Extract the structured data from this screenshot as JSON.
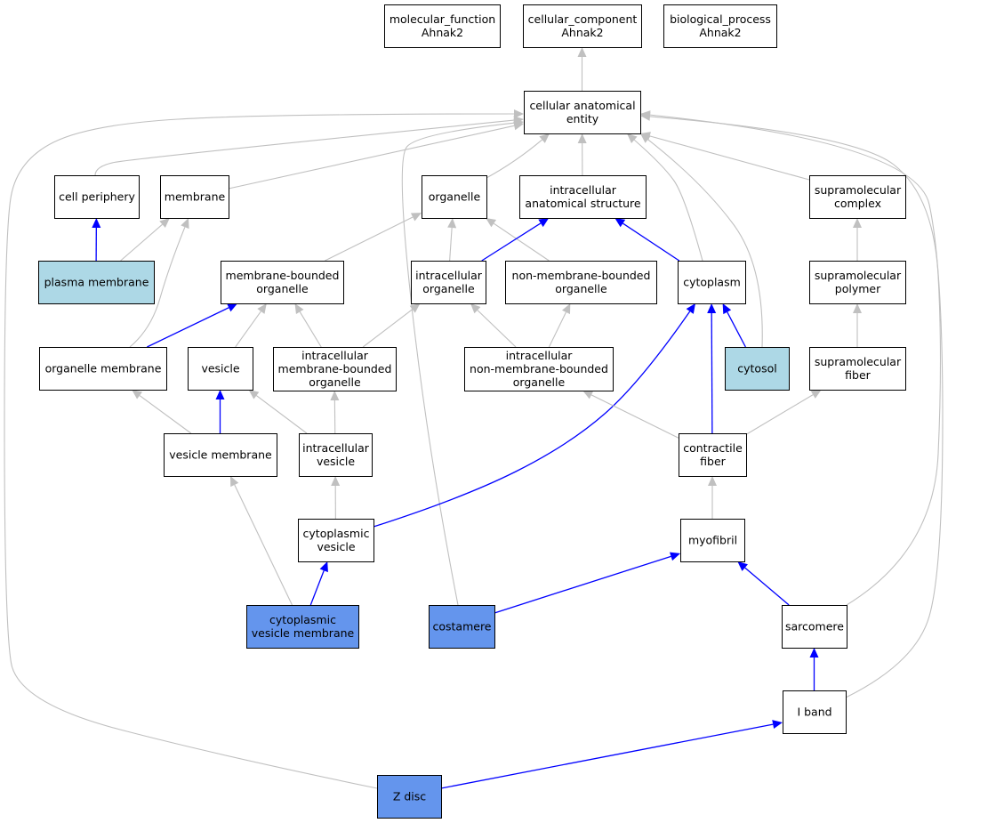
{
  "colors": {
    "highlight_light": "#add8e6",
    "highlight_dark": "#6495ed",
    "plain": "#ffffff",
    "edge_is_a": "#c0c0c0",
    "edge_part_of": "#0000ff"
  },
  "nodes": {
    "mf": {
      "lines": [
        "molecular_function",
        "Ahnak2"
      ],
      "fill": "plain"
    },
    "cc": {
      "lines": [
        "cellular_component",
        "Ahnak2"
      ],
      "fill": "plain"
    },
    "bp": {
      "lines": [
        "biological_process",
        "Ahnak2"
      ],
      "fill": "plain"
    },
    "cae": {
      "lines": [
        "cellular anatomical",
        "entity"
      ],
      "fill": "plain"
    },
    "cellperiphery": {
      "lines": [
        "cell periphery"
      ],
      "fill": "plain"
    },
    "membrane": {
      "lines": [
        "membrane"
      ],
      "fill": "plain"
    },
    "organelle": {
      "lines": [
        "organelle"
      ],
      "fill": "plain"
    },
    "ias": {
      "lines": [
        "intracellular",
        "anatomical structure"
      ],
      "fill": "plain"
    },
    "supcomplex": {
      "lines": [
        "supramolecular",
        "complex"
      ],
      "fill": "plain"
    },
    "plasmamembrane": {
      "lines": [
        "plasma membrane"
      ],
      "fill": "highlight_light"
    },
    "mbo": {
      "lines": [
        "membrane-bounded",
        "organelle"
      ],
      "fill": "plain"
    },
    "intraorg": {
      "lines": [
        "intracellular",
        "organelle"
      ],
      "fill": "plain"
    },
    "nmbo": {
      "lines": [
        "non-membrane-bounded",
        "organelle"
      ],
      "fill": "plain"
    },
    "cytoplasm": {
      "lines": [
        "cytoplasm"
      ],
      "fill": "plain"
    },
    "suppolymer": {
      "lines": [
        "supramolecular",
        "polymer"
      ],
      "fill": "plain"
    },
    "orgmembrane": {
      "lines": [
        "organelle membrane"
      ],
      "fill": "plain"
    },
    "vesicle": {
      "lines": [
        "vesicle"
      ],
      "fill": "plain"
    },
    "imbo": {
      "lines": [
        "intracellular",
        "membrane-bounded",
        "organelle"
      ],
      "fill": "plain"
    },
    "inmbo": {
      "lines": [
        "intracellular",
        "non-membrane-bounded",
        "organelle"
      ],
      "fill": "plain"
    },
    "cytosol": {
      "lines": [
        "cytosol"
      ],
      "fill": "highlight_light"
    },
    "supfiber": {
      "lines": [
        "supramolecular",
        "fiber"
      ],
      "fill": "plain"
    },
    "vesmembrane": {
      "lines": [
        "vesicle membrane"
      ],
      "fill": "plain"
    },
    "intravesicle": {
      "lines": [
        "intracellular",
        "vesicle"
      ],
      "fill": "plain"
    },
    "contractile": {
      "lines": [
        "contractile",
        "fiber"
      ],
      "fill": "plain"
    },
    "cytovesicle": {
      "lines": [
        "cytoplasmic",
        "vesicle"
      ],
      "fill": "plain"
    },
    "myofibril": {
      "lines": [
        "myofibril"
      ],
      "fill": "plain"
    },
    "cvm": {
      "lines": [
        "cytoplasmic",
        "vesicle membrane"
      ],
      "fill": "highlight_dark"
    },
    "costamere": {
      "lines": [
        "costamere"
      ],
      "fill": "highlight_dark"
    },
    "sarcomere": {
      "lines": [
        "sarcomere"
      ],
      "fill": "plain"
    },
    "iband": {
      "lines": [
        "I band"
      ],
      "fill": "plain"
    },
    "zdisc": {
      "lines": [
        "Z disc"
      ],
      "fill": "highlight_dark"
    }
  },
  "edges": [
    {
      "from": "cae",
      "to": "cc",
      "type": "is_a"
    },
    {
      "from": "cellperiphery",
      "to": "cae",
      "type": "is_a"
    },
    {
      "from": "membrane",
      "to": "cae",
      "type": "is_a"
    },
    {
      "from": "organelle",
      "to": "cae",
      "type": "is_a"
    },
    {
      "from": "ias",
      "to": "cae",
      "type": "is_a"
    },
    {
      "from": "supcomplex",
      "to": "cae",
      "type": "is_a"
    },
    {
      "from": "cytoplasm",
      "to": "cae",
      "type": "is_a"
    },
    {
      "from": "cytosol",
      "to": "cae",
      "type": "is_a"
    },
    {
      "from": "costamere",
      "to": "cae",
      "type": "is_a"
    },
    {
      "from": "sarcomere",
      "to": "cae",
      "type": "is_a"
    },
    {
      "from": "iband",
      "to": "cae",
      "type": "is_a"
    },
    {
      "from": "zdisc",
      "to": "cae",
      "type": "is_a"
    },
    {
      "from": "plasmamembrane",
      "to": "cellperiphery",
      "type": "part_of"
    },
    {
      "from": "plasmamembrane",
      "to": "membrane",
      "type": "is_a"
    },
    {
      "from": "orgmembrane",
      "to": "membrane",
      "type": "is_a"
    },
    {
      "from": "mbo",
      "to": "organelle",
      "type": "is_a"
    },
    {
      "from": "intraorg",
      "to": "organelle",
      "type": "is_a"
    },
    {
      "from": "nmbo",
      "to": "organelle",
      "type": "is_a"
    },
    {
      "from": "intraorg",
      "to": "ias",
      "type": "part_of"
    },
    {
      "from": "cytoplasm",
      "to": "ias",
      "type": "part_of"
    },
    {
      "from": "suppolymer",
      "to": "supcomplex",
      "type": "is_a"
    },
    {
      "from": "orgmembrane",
      "to": "mbo",
      "type": "part_of"
    },
    {
      "from": "vesicle",
      "to": "mbo",
      "type": "is_a"
    },
    {
      "from": "imbo",
      "to": "mbo",
      "type": "is_a"
    },
    {
      "from": "imbo",
      "to": "intraorg",
      "type": "is_a"
    },
    {
      "from": "inmbo",
      "to": "intraorg",
      "type": "is_a"
    },
    {
      "from": "inmbo",
      "to": "nmbo",
      "type": "is_a"
    },
    {
      "from": "cytosol",
      "to": "cytoplasm",
      "type": "part_of"
    },
    {
      "from": "contractile",
      "to": "cytoplasm",
      "type": "part_of"
    },
    {
      "from": "cytovesicle",
      "to": "cytoplasm",
      "type": "part_of"
    },
    {
      "from": "supfiber",
      "to": "suppolymer",
      "type": "is_a"
    },
    {
      "from": "vesmembrane",
      "to": "orgmembrane",
      "type": "is_a"
    },
    {
      "from": "vesmembrane",
      "to": "vesicle",
      "type": "part_of"
    },
    {
      "from": "intravesicle",
      "to": "vesicle",
      "type": "is_a"
    },
    {
      "from": "intravesicle",
      "to": "imbo",
      "type": "is_a"
    },
    {
      "from": "contractile",
      "to": "inmbo",
      "type": "is_a"
    },
    {
      "from": "contractile",
      "to": "supfiber",
      "type": "is_a"
    },
    {
      "from": "cytovesicle",
      "to": "intravesicle",
      "type": "is_a"
    },
    {
      "from": "myofibril",
      "to": "contractile",
      "type": "is_a"
    },
    {
      "from": "cvm",
      "to": "vesmembrane",
      "type": "is_a"
    },
    {
      "from": "cvm",
      "to": "cytovesicle",
      "type": "part_of"
    },
    {
      "from": "costamere",
      "to": "myofibril",
      "type": "part_of"
    },
    {
      "from": "sarcomere",
      "to": "myofibril",
      "type": "part_of"
    },
    {
      "from": "iband",
      "to": "sarcomere",
      "type": "part_of"
    },
    {
      "from": "zdisc",
      "to": "iband",
      "type": "part_of"
    }
  ]
}
